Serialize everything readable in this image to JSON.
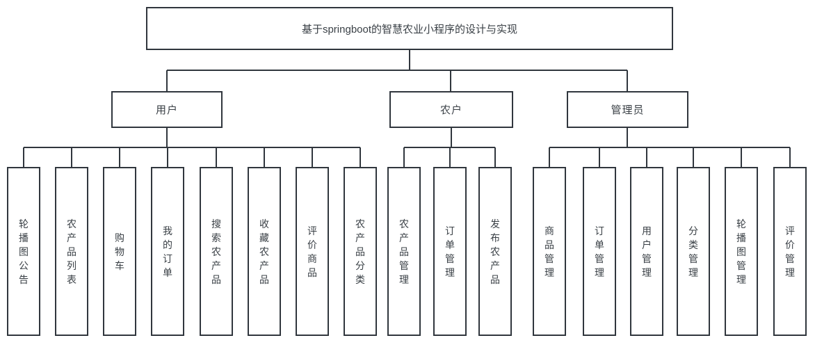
{
  "diagram": {
    "root": {
      "label": "基于springboot的智慧农业小程序的设计与实现"
    },
    "groups": [
      {
        "parent": {
          "label": "用户"
        },
        "children": [
          {
            "label": "轮播图公告"
          },
          {
            "label": "农产品列表"
          },
          {
            "label": "购物车"
          },
          {
            "label": "我的订单"
          },
          {
            "label": "搜索农产品"
          },
          {
            "label": "收藏农产品"
          },
          {
            "label": "评价商品"
          },
          {
            "label": "农产品分类"
          }
        ]
      },
      {
        "parent": {
          "label": "农户"
        },
        "children": [
          {
            "label": "农产品管理"
          },
          {
            "label": "订单管理"
          },
          {
            "label": "发布农产品"
          }
        ]
      },
      {
        "parent": {
          "label": "管理员"
        },
        "children": [
          {
            "label": "商品管理"
          },
          {
            "label": "订单管理"
          },
          {
            "label": "用户管理"
          },
          {
            "label": "分类管理"
          },
          {
            "label": "轮播图管理"
          },
          {
            "label": "评价管理"
          }
        ]
      }
    ],
    "colors": {
      "border": "#30363d",
      "line": "#30363d",
      "text": "#3a4046",
      "background": "#ffffff"
    }
  }
}
